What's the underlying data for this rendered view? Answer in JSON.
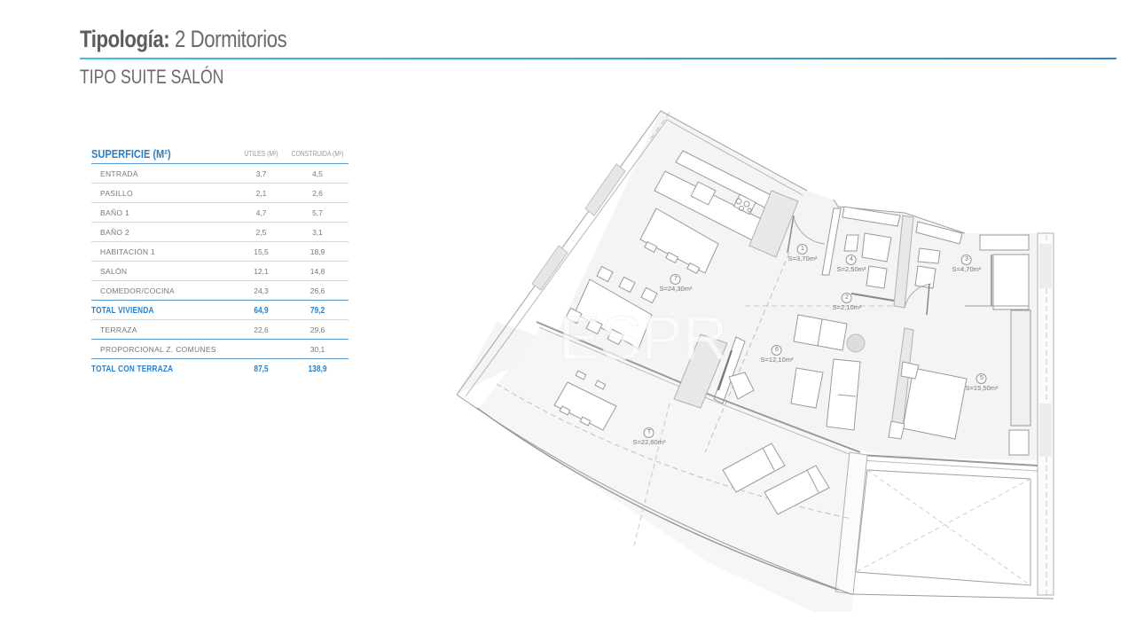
{
  "header": {
    "title_label": "Tipología:",
    "title_value": "2 Dormitorios",
    "subtitle": "TIPO SUITE SALÓN",
    "rule_colors": [
      "#3ec2d0",
      "#3b86c4"
    ]
  },
  "surface_table": {
    "title": "SUPERFICIE (M²)",
    "columns": [
      "ÚTILES (M²)",
      "CONSTRUIDA (M²)"
    ],
    "rows": [
      {
        "label": "ENTRADA",
        "util": "3,7",
        "built": "4,5"
      },
      {
        "label": "PASILLO",
        "util": "2,1",
        "built": "2,6"
      },
      {
        "label": "BAÑO 1",
        "util": "4,7",
        "built": "5,7"
      },
      {
        "label": "BAÑO 2",
        "util": "2,5",
        "built": "3,1"
      },
      {
        "label": "HABITACIÓN 1",
        "util": "15,5",
        "built": "18,9"
      },
      {
        "label": "SALÓN",
        "util": "12,1",
        "built": "14,8"
      },
      {
        "label": "COMEDOR/COCINA",
        "util": "24,3",
        "built": "26,6"
      }
    ],
    "total_vivienda": {
      "label": "TOTAL VIVIENDA",
      "util": "64,9",
      "built": "79,2"
    },
    "extra_rows": [
      {
        "label": "TERRAZA",
        "util": "22,6",
        "built": "29,6"
      },
      {
        "label": "PROPORCIONAL Z. COMUNES",
        "util": "",
        "built": "30,1"
      }
    ],
    "total_terraza": {
      "label": "TOTAL CON TERRAZA",
      "util": "87,5",
      "built": "138,9"
    },
    "accent_color": "#2a7fc6"
  },
  "floor_plan": {
    "rooms": [
      {
        "num": "1",
        "area": "S=3,70m²"
      },
      {
        "num": "2",
        "area": "S=2,10m²"
      },
      {
        "num": "3",
        "area": "S=4,70m²"
      },
      {
        "num": "4",
        "area": "S=2,50m²"
      },
      {
        "num": "5",
        "area": "S=15,50m²"
      },
      {
        "num": "6",
        "area": "S=12,10m²"
      },
      {
        "num": "7",
        "area": "S=24,30m²"
      },
      {
        "num": "T",
        "area": "S=22,60m²"
      }
    ]
  }
}
